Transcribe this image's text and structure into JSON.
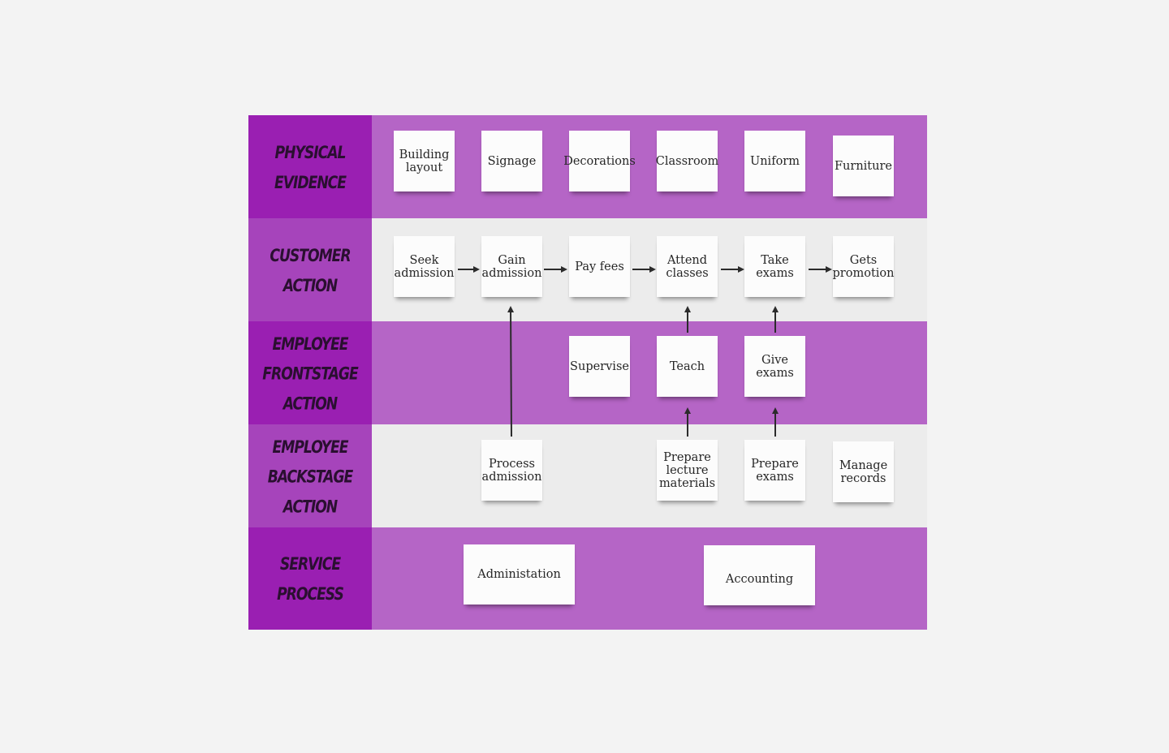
{
  "lanes": [
    {
      "label": "PHYSICAL EVIDENCE",
      "label_bg": "#9a1fb2",
      "body_bg": "#b565c6"
    },
    {
      "label": "CUSTOMER ACTION",
      "label_bg": "#a644bb",
      "body_bg": "#ececec"
    },
    {
      "label": "EMPLOYEE FRONTSTAGE ACTION",
      "label_bg": "#9a1fb2",
      "body_bg": "#b565c6"
    },
    {
      "label": "EMPLOYEE BACKSTAGE ACTION",
      "label_bg": "#a644bb",
      "body_bg": "#ececec"
    },
    {
      "label": "SERVICE PROCESS",
      "label_bg": "#9a1fb2",
      "body_bg": "#b565c6"
    }
  ],
  "physical_evidence": {
    "building_layout": "Building\nlayout",
    "signage": "Signage",
    "decorations": "Decorations",
    "classroom": "Classroom",
    "uniform": "Uniform",
    "furniture": "Furniture"
  },
  "customer_action": {
    "seek_admission": "Seek\nadmission",
    "gain_admission": "Gain\nadmission",
    "pay_fees": "Pay fees",
    "attend_classes": "Attend\nclasses",
    "take_exams": "Take\nexams",
    "gets_promotion": "Gets\npromotion"
  },
  "frontstage": {
    "supervise": "Supervise",
    "teach": "Teach",
    "give_exams": "Give\nexams"
  },
  "backstage": {
    "process_admission": "Process\nadmission",
    "prepare_lecture_materials": "Prepare\nlecture\nmaterials",
    "prepare_exams": "Prepare\nexams",
    "manage_records": "Manage\nrecords"
  },
  "service_process": {
    "administation": "Administation",
    "accounting": "Accounting"
  },
  "colors": {
    "background": "#f3f3f3",
    "note": "#fcfcfc",
    "arrow": "#2b2b2b"
  }
}
